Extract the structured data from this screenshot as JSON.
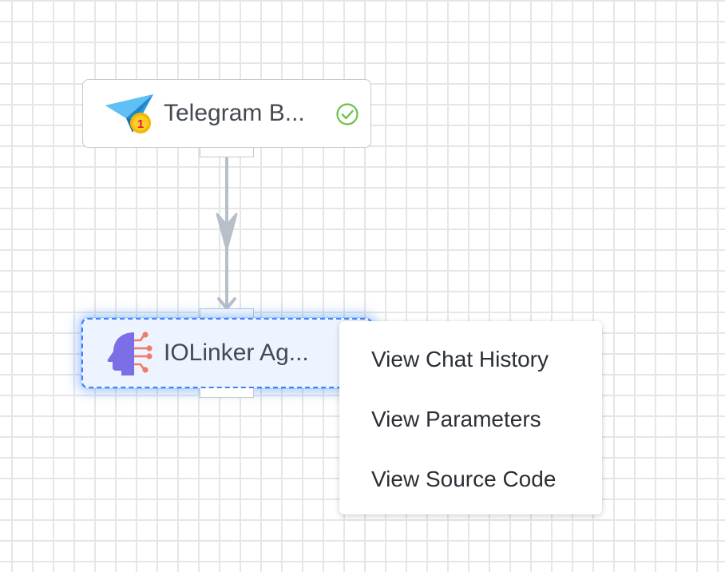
{
  "canvas": {
    "background": "#ffffff",
    "grid_color": "#e6e6e6"
  },
  "nodes": [
    {
      "id": "telegram",
      "label": "Telegram B...",
      "icon": "telegram-plane-icon",
      "badge_text": "1",
      "status": "success",
      "status_icon": "check-circle-icon"
    },
    {
      "id": "agent",
      "label": "IOLinker Ag...",
      "icon": "ai-head-icon",
      "selected": true
    }
  ],
  "connector": {
    "from": "telegram",
    "to": "agent",
    "color": "#b8bfc8"
  },
  "context_menu": {
    "items": [
      {
        "label": "View Chat History"
      },
      {
        "label": "View Parameters"
      },
      {
        "label": "View Source Code"
      }
    ]
  },
  "colors": {
    "selection": "#3b82f6",
    "success": "#6cc24a",
    "telegram_blue": "#2a9be0",
    "badge": "#f5b800",
    "ai_purple": "#7b6ee6",
    "ai_coral": "#f07b6b"
  }
}
